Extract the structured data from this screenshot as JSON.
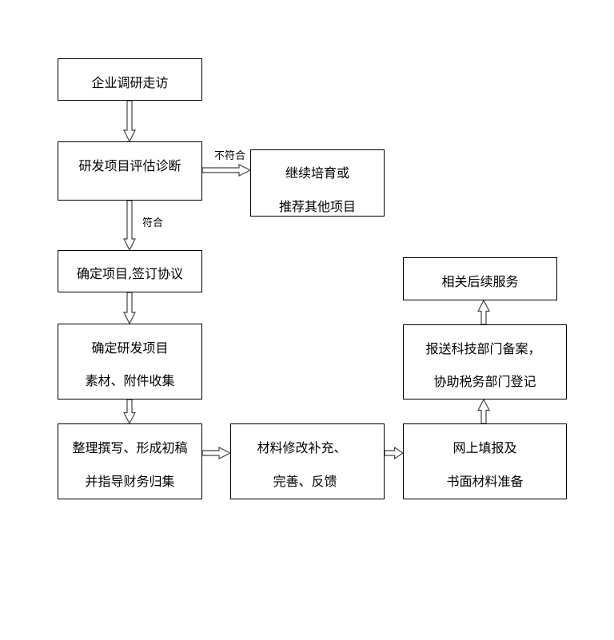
{
  "nodes": {
    "visit": {
      "lines": [
        "企业调研走访"
      ]
    },
    "assess": {
      "lines": [
        "研发项目评估诊断"
      ]
    },
    "alternative": {
      "lines": [
        "继续培育或",
        "推荐其他项目"
      ]
    },
    "agreement": {
      "lines": [
        "确定项目,签订协议"
      ]
    },
    "collect": {
      "lines": [
        "确定研发项目",
        "素材、附件收集"
      ]
    },
    "draft": {
      "lines": [
        "整理撰写、形成初稿",
        "并指导财务归集"
      ]
    },
    "revise": {
      "lines": [
        "材料修改补充、",
        "完善、反馈"
      ]
    },
    "submit": {
      "lines": [
        "网上填报及",
        "书面材料准备"
      ]
    },
    "register": {
      "lines": [
        "报送科技部门备案，",
        "协助税务部门登记"
      ]
    },
    "followup": {
      "lines": [
        "相关后续服务"
      ]
    }
  },
  "edges": {
    "not_qualified": "不符合",
    "qualified": "符合"
  }
}
